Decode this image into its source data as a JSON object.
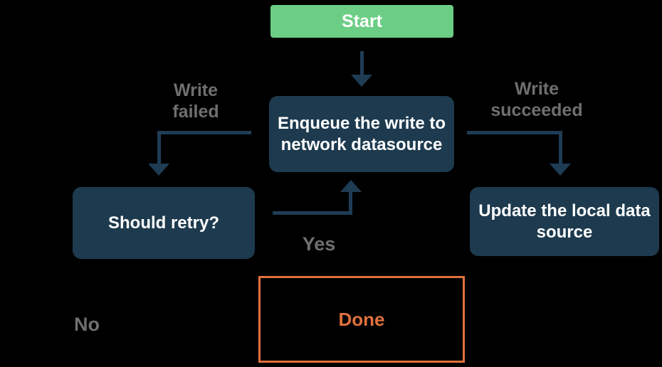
{
  "theme": {
    "background": "#000000",
    "green": "#6cce85",
    "navy": "#1d3a4e",
    "arrow": "#1f3c55",
    "label_gray": "#6f6f6f",
    "orange": "#e0713d",
    "white": "#ffffff"
  },
  "nodes": {
    "start": {
      "label": "Start"
    },
    "enqueue": {
      "label": "Enqueue the write to network datasource"
    },
    "should_retry": {
      "label": "Should retry?"
    },
    "update_local": {
      "label": "Update the local data source"
    },
    "done": {
      "label": "Done"
    }
  },
  "edge_labels": {
    "write_failed": "Write failed",
    "write_succeeded": "Write succeeded",
    "yes": "Yes",
    "no": "No"
  }
}
